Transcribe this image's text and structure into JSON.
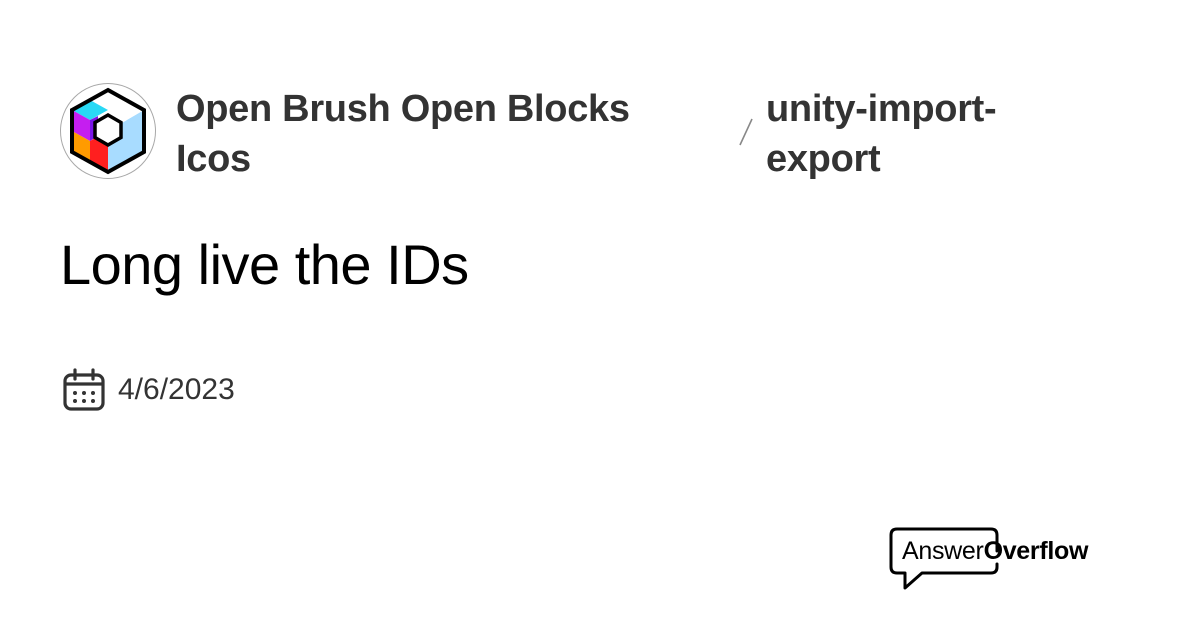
{
  "header": {
    "server_name": "Open Brush Open Blocks Icos",
    "server_icon": "open-brush-hex-logo",
    "separator": "/",
    "channel_name": "unity-import-export"
  },
  "thread": {
    "title": "Long live the IDs",
    "date_icon": "calendar-icon",
    "date": "4/6/2023"
  },
  "brand": {
    "icon": "speech-bubble-icon",
    "answer": "Answer",
    "overflow": "Overflow"
  },
  "colors": {
    "text_dark": "#333333",
    "title": "#000000",
    "logo_cyan": "#29d9f5",
    "logo_purple": "#c51ef0",
    "logo_orange": "#ff9b00",
    "logo_red": "#ff1f1f",
    "logo_lightblue": "#a8dcff"
  }
}
